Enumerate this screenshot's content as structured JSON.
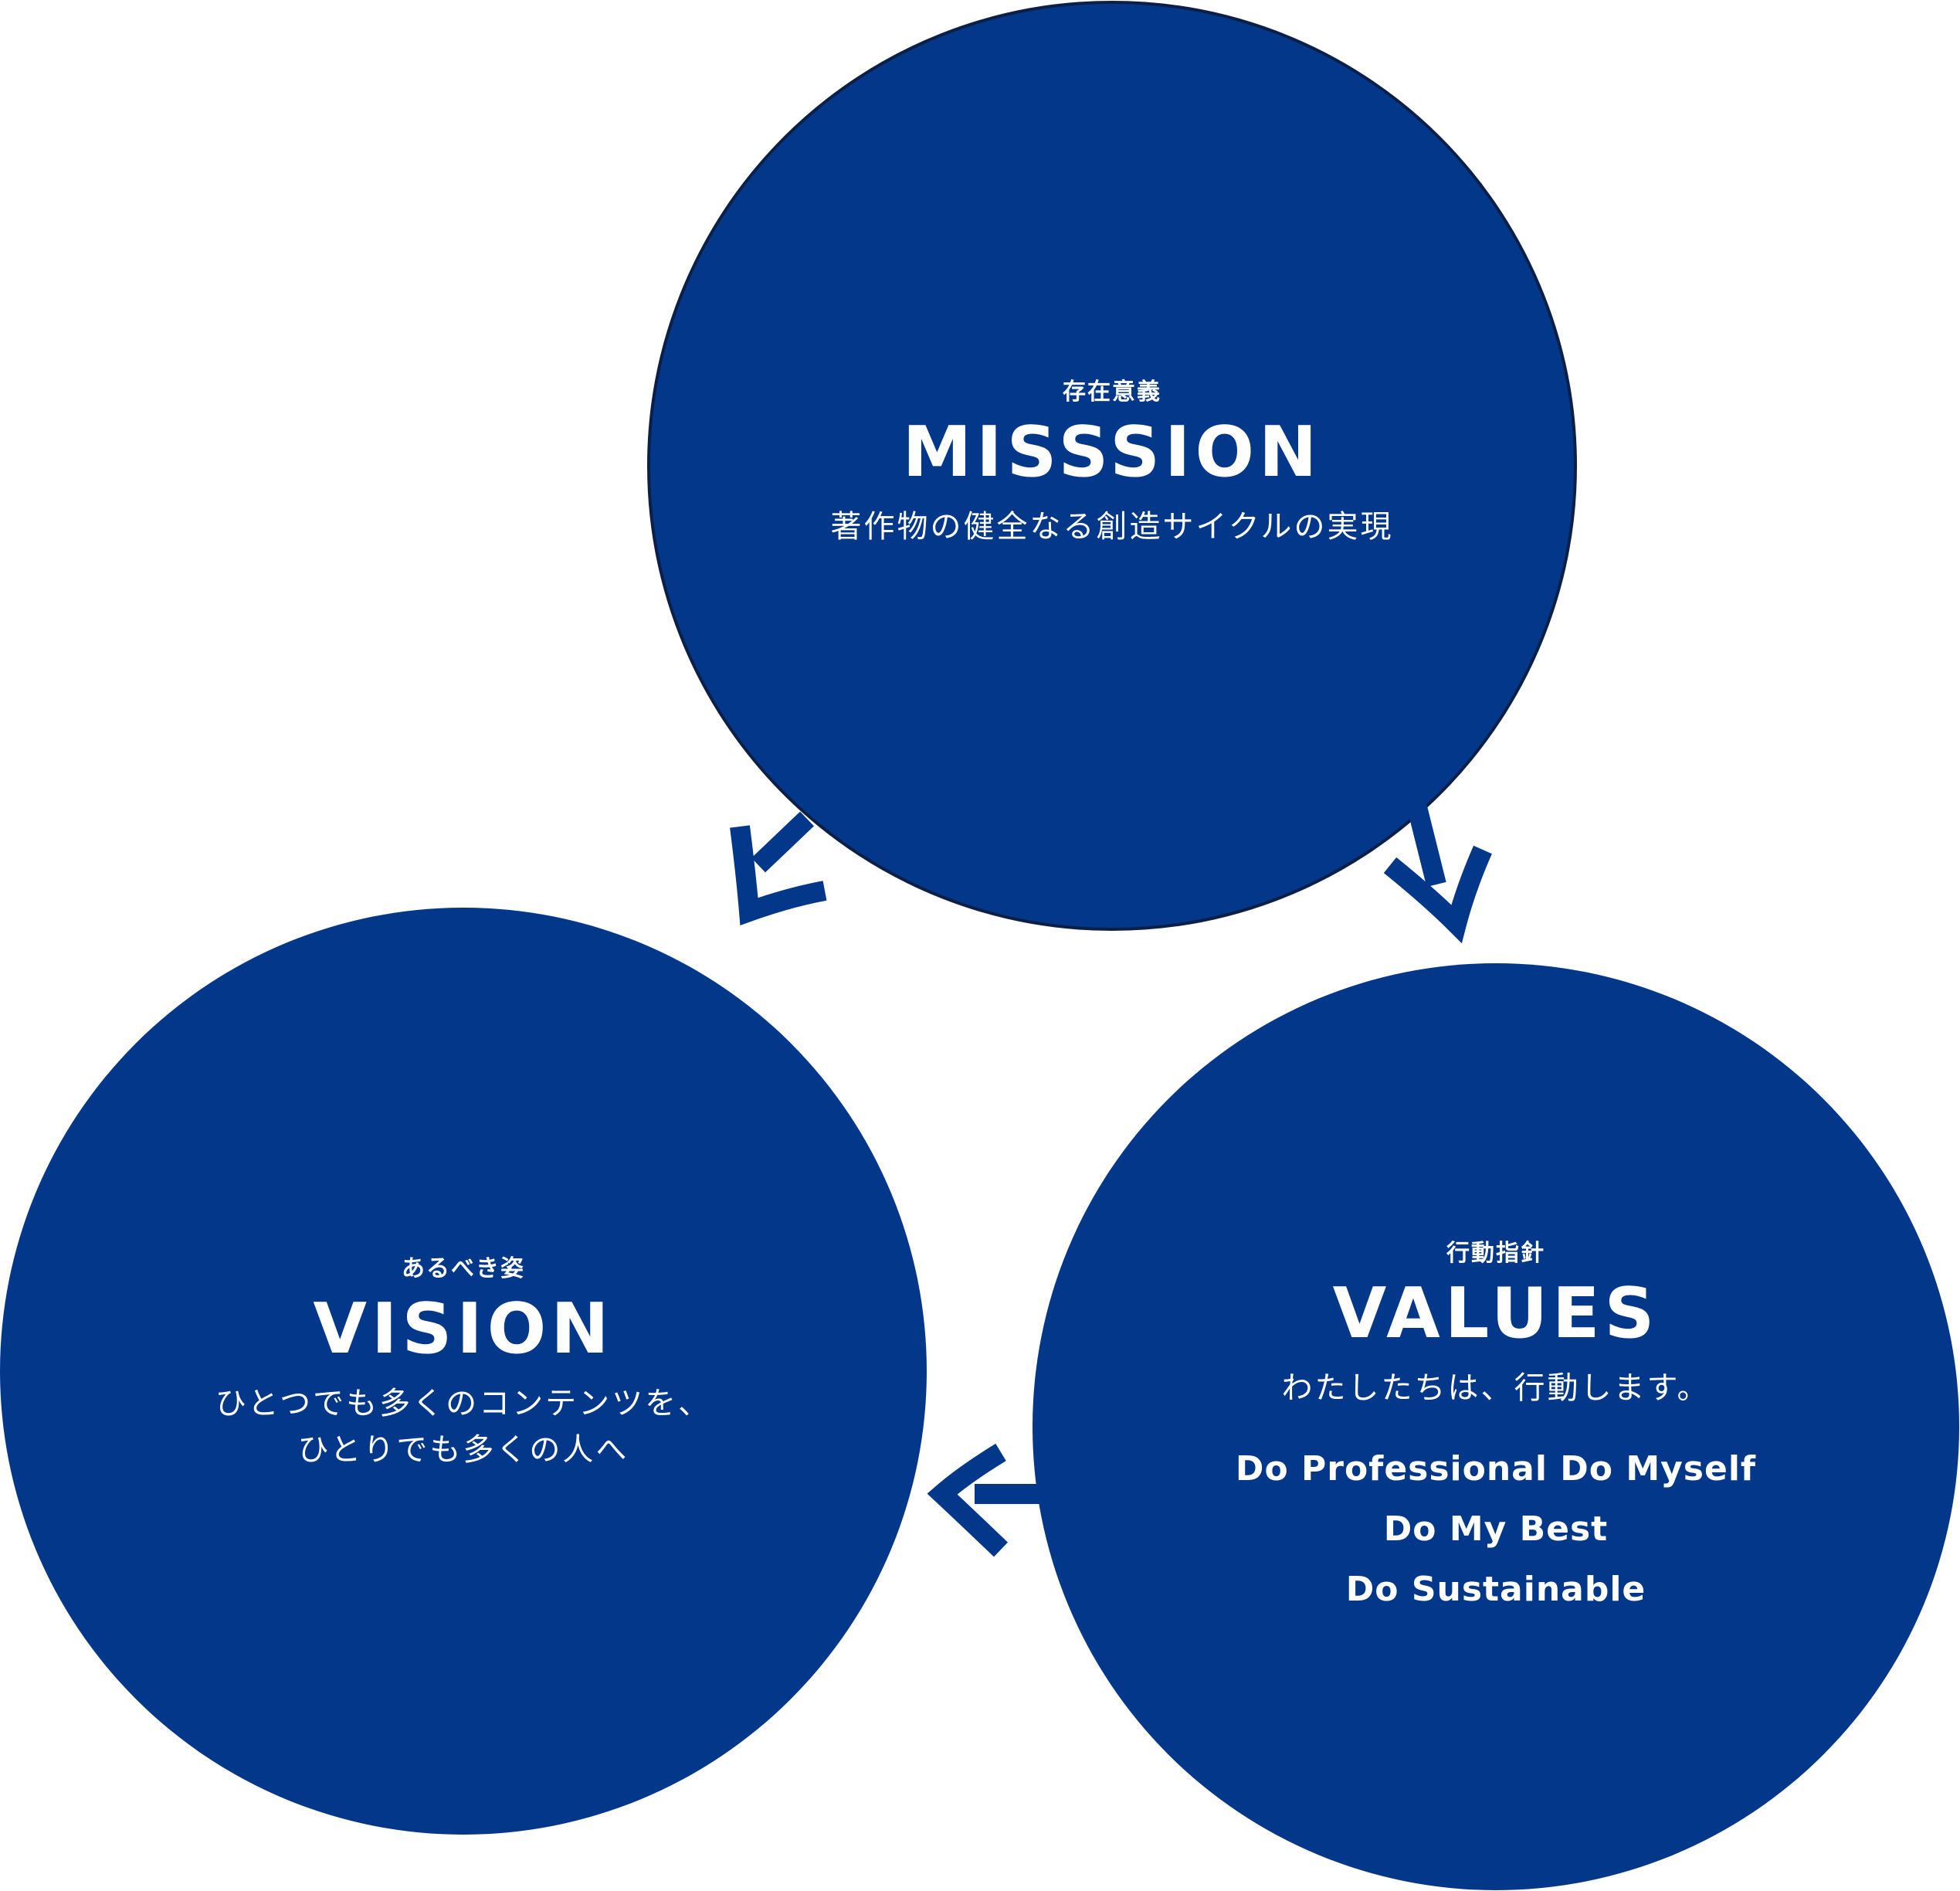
{
  "colors": {
    "circle_fill": "#033789",
    "circle_stroke": "#0b1f47",
    "arrow": "#033789",
    "text": "#ffffff",
    "background": "#ffffff"
  },
  "mission": {
    "label": "存在意義",
    "title": "MISSSION",
    "description": "著作物の健全なる創造サイクルの実現"
  },
  "vision": {
    "label": "あるべき姿",
    "title": "VISION",
    "description_lines": [
      "ひとつでも多くのコンテンツを、",
      "ひとりでも多くの人へ"
    ]
  },
  "values": {
    "label": "行動指針",
    "title": "VALUES",
    "description": "わたしたちは、行動します。",
    "items": [
      "Do Professional Do Myself",
      "Do My Best",
      "Do Sustainable"
    ]
  },
  "arrows": [
    {
      "from": "mission",
      "to": "vision"
    },
    {
      "from": "mission",
      "to": "values"
    },
    {
      "from": "values",
      "to": "vision"
    }
  ]
}
